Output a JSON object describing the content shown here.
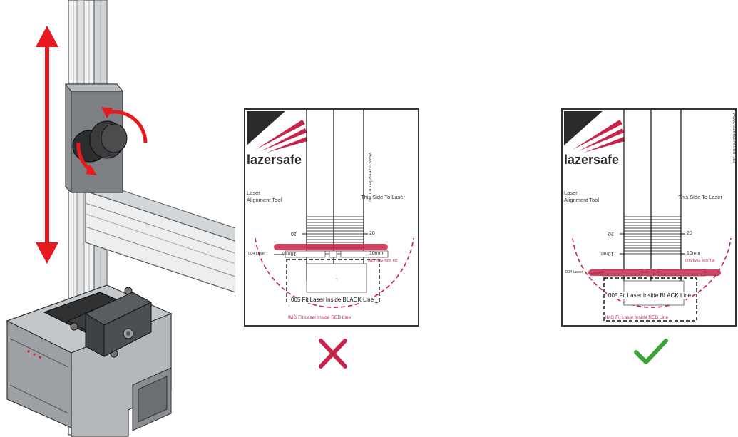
{
  "colors": {
    "arrow_red": "#e6191e",
    "card_crimson": "#c8234a",
    "logo_dark": "#2a2a2a",
    "cross_red": "#c8234a",
    "check_green": "#3aa335",
    "frame_grey": "#7a7d80"
  },
  "illustration": {
    "icon": "laser-mount-illustration",
    "arrows": [
      "vertical-adjust-arrow",
      "knob-rotation-arrow"
    ]
  },
  "cards": [
    {
      "state": "incorrect",
      "brand": "lazersafe",
      "website": "www.lazersafe.com.au",
      "tool_title_line1": "Laser",
      "tool_title_line2": "Alignment Tool",
      "side_label": "This Side To Laser",
      "tick_20_left": "20",
      "tick_20_right": "20",
      "tick_10mm_left": "10mm",
      "tick_10mm_right": "10mm",
      "tool_tip_label": "005/IMG Tool Tip",
      "laser_label": "004 Laser",
      "black_line_label": "005 Fit Laser Inside BLACK Line",
      "red_line_label": "IMG Fit Laser Inside RED Line",
      "verdict_icon": "cross-icon"
    },
    {
      "state": "correct",
      "brand": "lazersafe",
      "website": "www.lazersafe.com.au",
      "tool_title_line1": "Laser",
      "tool_title_line2": "Alignment Tool",
      "side_label": "This Side To Laser",
      "tick_20_left": "20",
      "tick_20_right": "20",
      "tick_10mm_left": "10mm",
      "tick_10mm_right": "10mm",
      "tool_tip_label": "005/IMG Tool Tip",
      "laser_label": "004 Laser",
      "black_line_label": "005 Fit Laser Inside BLACK Line",
      "red_line_label": "IMG Fit Laser Inside RED Line",
      "verdict_icon": "check-icon"
    }
  ]
}
